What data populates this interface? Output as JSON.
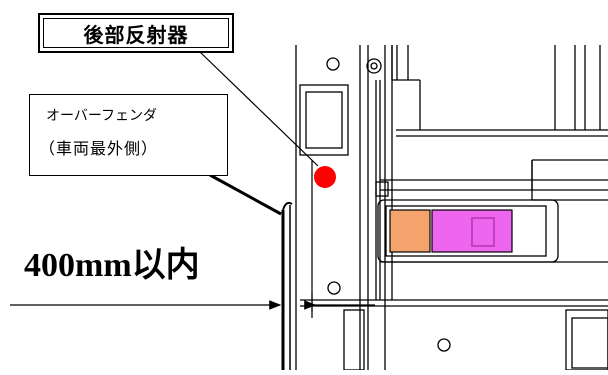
{
  "title": "後部反射器",
  "fender_label": {
    "line1": "オーバーフェンダ",
    "line2": "（車両最外側）"
  },
  "distance_label": "400mm以内",
  "colors": {
    "reflector": "#ff0000",
    "orange_lamp": "#f5a36c",
    "magenta_lamp": "#ee66ee",
    "lamp_inner": "#c040c0"
  },
  "icons": {
    "reflector": "red-circle",
    "arrow": "arrowhead"
  }
}
